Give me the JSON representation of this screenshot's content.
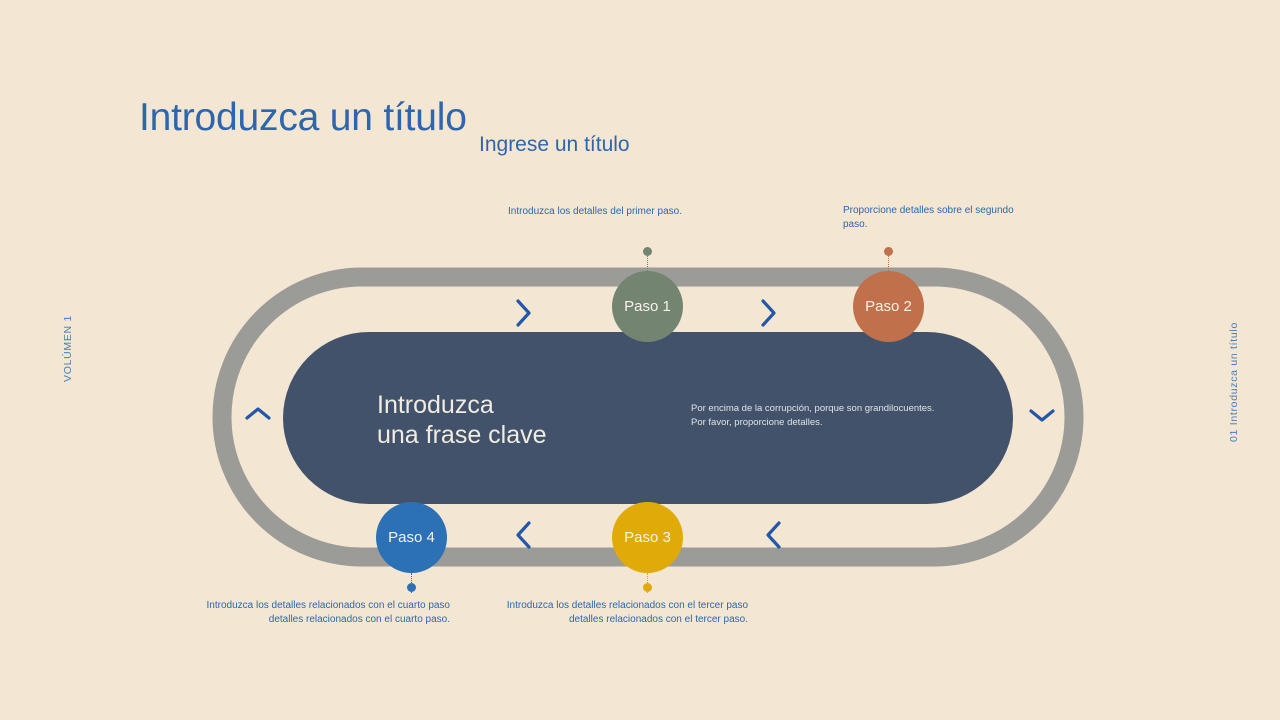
{
  "header": {
    "title": "Introduzca un título",
    "subtitle": "Ingrese un título"
  },
  "side_labels": {
    "left": "VOLÚMEN 1",
    "right": "01 Introduzca un título"
  },
  "center_panel": {
    "heading": "Introduzca\nuna frase clave",
    "body": "Por encima de la corrupción, porque son grandilocuentes.\nPor favor, proporcione detalles."
  },
  "steps": [
    {
      "label": "Paso 1",
      "color": "#738471",
      "caption": "Introduzca los detalles del primer paso."
    },
    {
      "label": "Paso 2",
      "color": "#c0714b",
      "caption": "Proporcione detalles sobre el segundo\npaso."
    },
    {
      "label": "Paso 3",
      "color": "#e0ab08",
      "caption": "Introduzca los detalles relacionados con el tercer paso\ndetalles relacionados con el tercer paso."
    },
    {
      "label": "Paso 4",
      "color": "#2c70b5",
      "caption": "Introduzca los detalles relacionados con el cuarto paso\ndetalles relacionados con el cuarto paso."
    }
  ],
  "arrows": {
    "top_left": "chevron-right",
    "top_right": "chevron-right",
    "bottom_left": "chevron-left",
    "bottom_right": "chevron-left",
    "left_side": "chevron-up",
    "right_side": "chevron-down"
  },
  "colors": {
    "background": "#f3e6d2",
    "track_ring": "#9b9b97",
    "inner_panel": "#43526b",
    "accent_blue": "#2e66ad",
    "heading_blue": "#2e66ad"
  }
}
